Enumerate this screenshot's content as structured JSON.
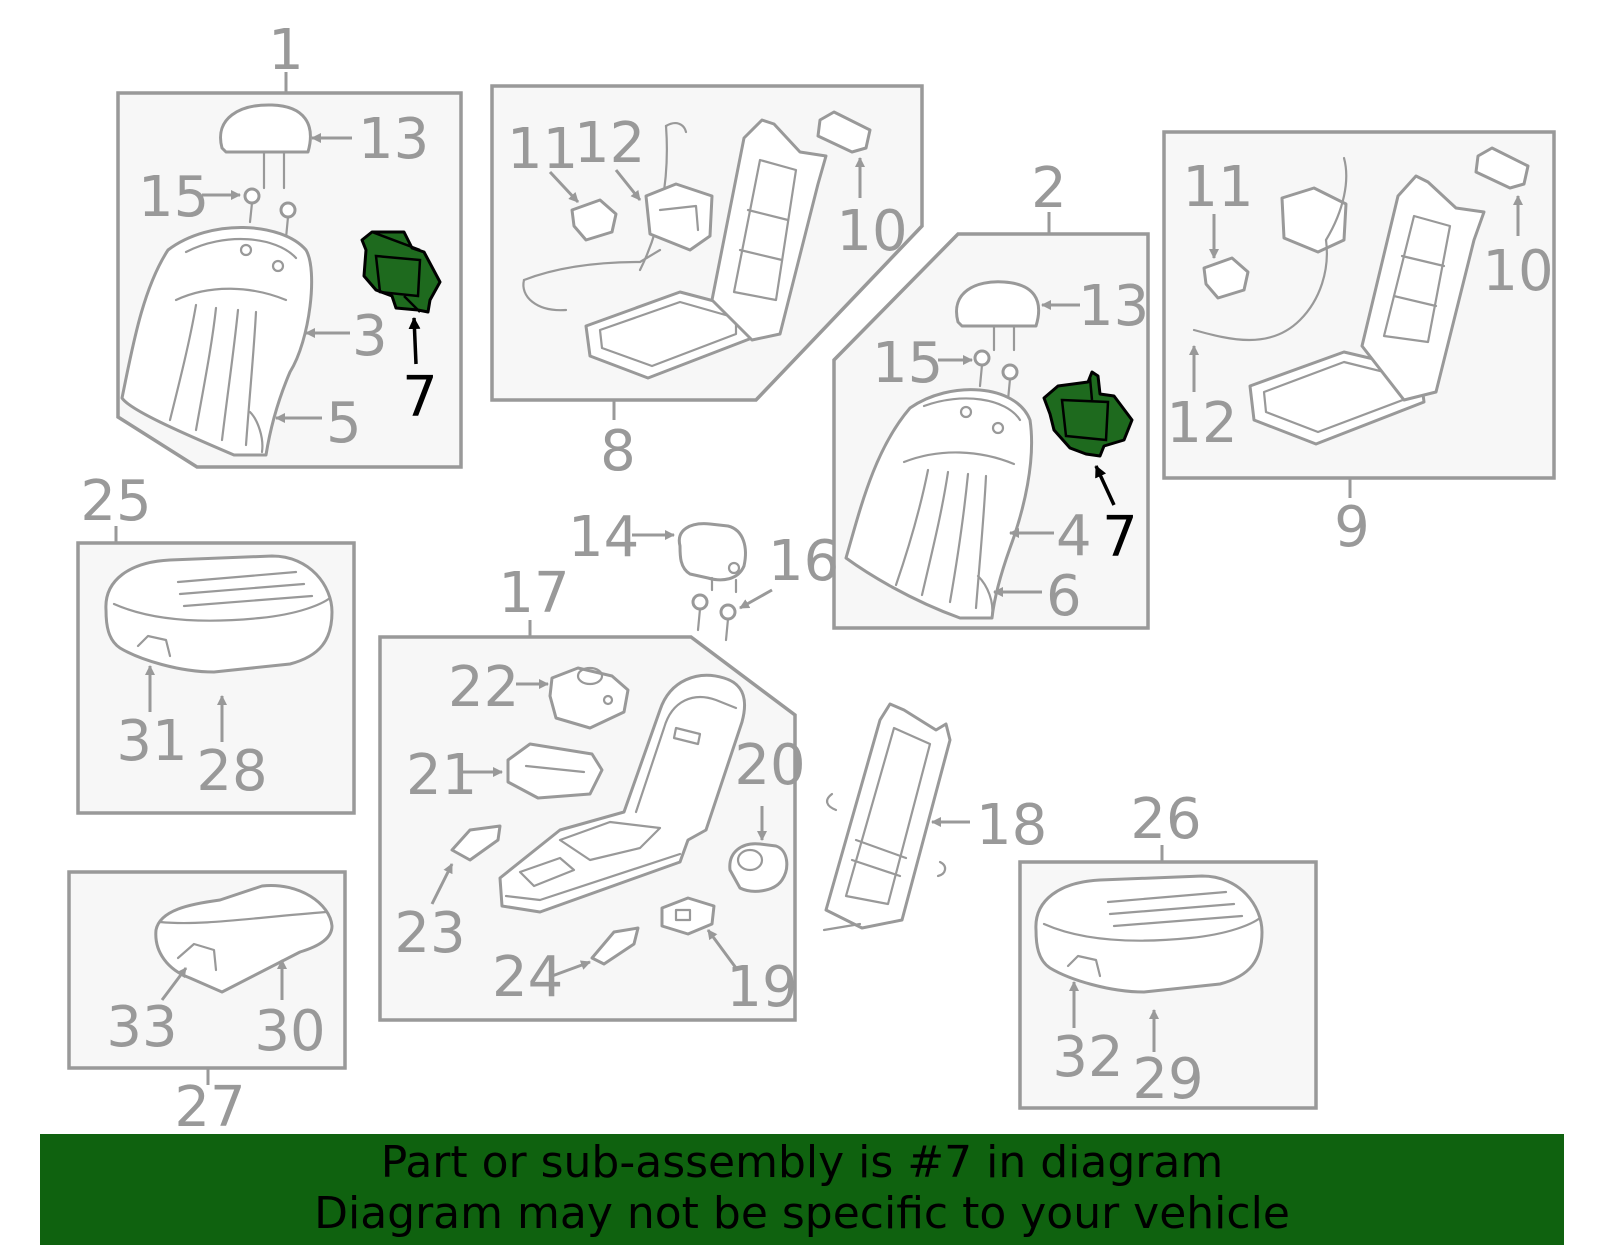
{
  "callouts": {
    "c1": "1",
    "c2": "2",
    "c3": "3",
    "c4": "4",
    "c5": "5",
    "c6": "6",
    "c7": "7",
    "c8": "8",
    "c9": "9",
    "c10": "10",
    "c11": "11",
    "c12": "12",
    "c13": "13",
    "c14": "14",
    "c15": "15",
    "c16": "16",
    "c17": "17",
    "c18": "18",
    "c19": "19",
    "c20": "20",
    "c21": "21",
    "c22": "22",
    "c23": "23",
    "c24": "24",
    "c25": "25",
    "c26": "26",
    "c27": "27",
    "c28": "28",
    "c29": "29",
    "c30": "30",
    "c31": "31",
    "c32": "32",
    "c33": "33"
  },
  "banner": {
    "line1": "Part or sub-assembly is #7 in diagram",
    "line2": "Diagram may not be specific to your vehicle"
  },
  "colors": {
    "highlight": "#1e6a1e",
    "banner": "#0f620f",
    "line_gray": "#999999"
  }
}
